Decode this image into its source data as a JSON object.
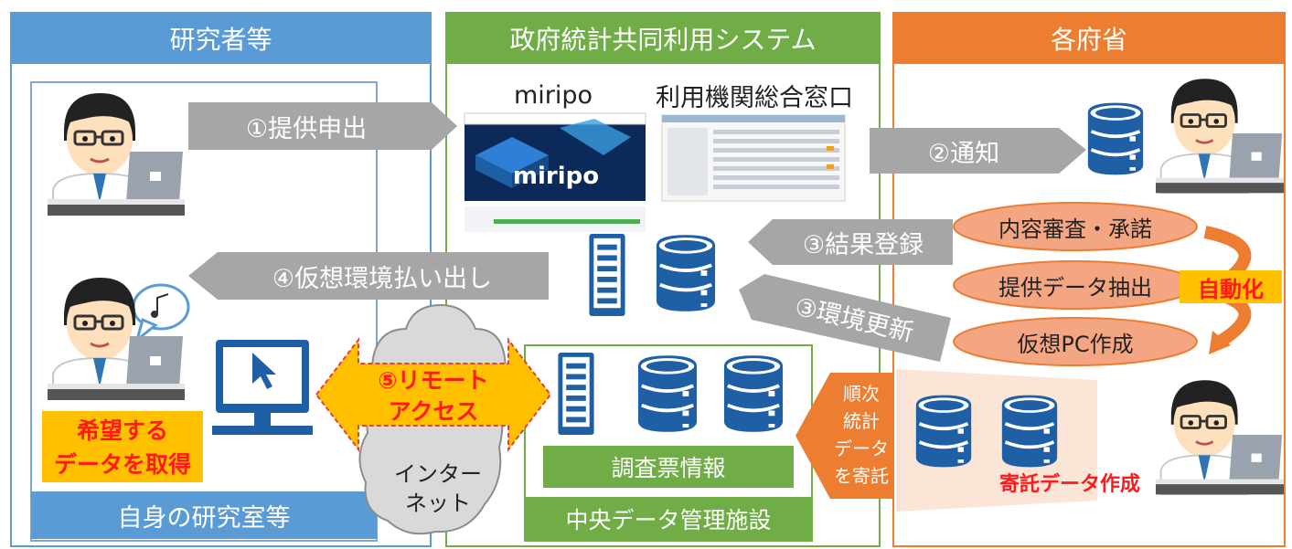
{
  "columns": {
    "researcher": {
      "title": "研究者等",
      "color": "#5b9bd5"
    },
    "system": {
      "title": "政府統計共同利用システム",
      "color": "#70ad47"
    },
    "ministries": {
      "title": "各府省",
      "color": "#ed7d31"
    }
  },
  "researcher_lab": {
    "label": "自身の研究室等"
  },
  "system_sites": {
    "miripo": {
      "label": "miripo",
      "logo_text": "miripo"
    },
    "portal": {
      "label": "利用機関総合窓口"
    }
  },
  "central_facility": {
    "label": "中央データ管理施設",
    "survey_info": "調査票情報"
  },
  "internet": {
    "line1": "インター",
    "line2": "ネット"
  },
  "steps": {
    "step1": "①提供申出",
    "step2": "②通知",
    "step3a": "③結果登録",
    "step3b": "③環境更新",
    "step4": "④仮想環境払い出し",
    "step5_line1": "⑤リモート",
    "step5_line2": "アクセス"
  },
  "ministry_process": {
    "items": [
      "内容審査・承諾",
      "提供データ抽出",
      "仮想PC作成"
    ],
    "automation": "自動化"
  },
  "acquire": {
    "line1": "希望する",
    "line2": "データを取得"
  },
  "entrust": {
    "lines": [
      "順次",
      "統計",
      "データ",
      "を寄託"
    ]
  },
  "entrust_create": "寄託データ作成",
  "icons": [
    "researcher-icon",
    "monitor-cursor-icon",
    "server-icon",
    "database-icon",
    "cloud-icon",
    "staff-icon"
  ]
}
